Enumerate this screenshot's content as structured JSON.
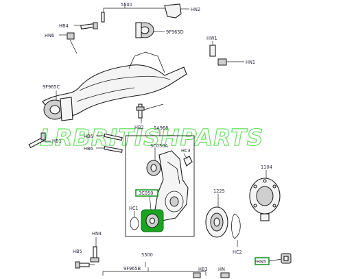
{
  "diagram": {
    "labels": {
      "hn2_top": "HN2",
      "p5500_top": "5500",
      "hb4": "HB4",
      "hn6": "HN6",
      "p9f965d": "9F965D",
      "hw1": "HW1",
      "hn1": "HN1",
      "p9f965c": "9F965C",
      "hb2": "HB2",
      "hb1": "HB1",
      "p5a968": "5A968",
      "hb6_a": "HB6",
      "hb6_b": "HB6",
      "p3c050a": "3C050A",
      "hc3": "HC3",
      "p1104": "1104",
      "p3c050_selected": "3C050",
      "p1225": "1225",
      "hc1": "HC1",
      "hc2": "HC2",
      "hn4": "HN4",
      "hb5": "HB5",
      "hn5_selected": "HN5",
      "p5500_bottom": "5500",
      "p9f965b": "9F965B",
      "hb3": "HB3",
      "hn_bottom": "HN"
    },
    "watermark": "LRBRITISHPARTS",
    "highlight_color": "#19a51f",
    "watermark_color": "#6fe06a"
  }
}
